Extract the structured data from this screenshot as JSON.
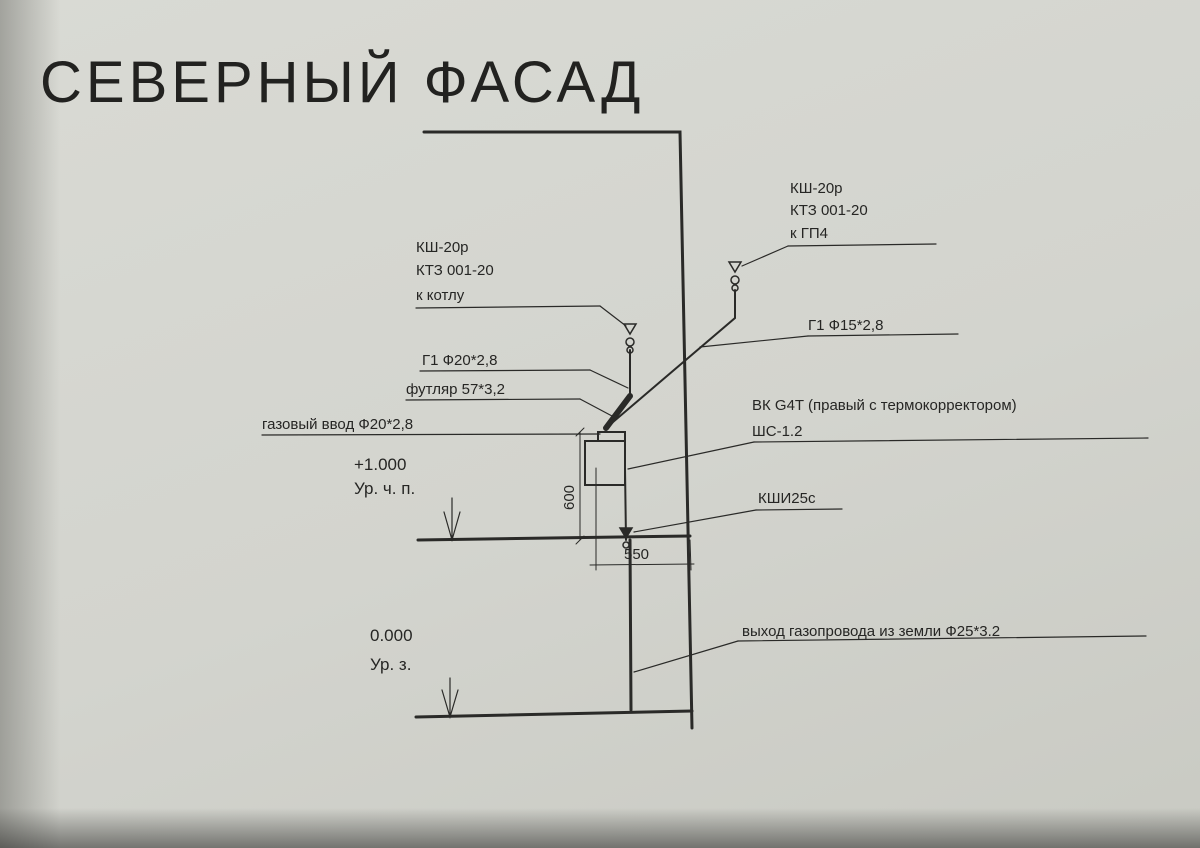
{
  "title": "СЕВЕРНЫЙ ФАСАД",
  "labels": {
    "ksh_right_1": "КШ-20р",
    "ksh_right_2": "КТЗ 001-20",
    "ksh_right_3": "к ГП4",
    "ksh_left_1": "КШ-20р",
    "ksh_left_2": "КТЗ 001-20",
    "ksh_left_3": "к котлу",
    "g1_15": "Г1 Ф15*2,8",
    "g1_20": "Г1 Ф20*2,8",
    "futlyar": "футляр 57*3,2",
    "gas_input": "газовый ввод Ф20*2,8",
    "meter_1": "ВК G4T (правый с термокорректором)",
    "meter_2": "ШС-1.2",
    "kshi": "КШИ25с",
    "level_floor_value": "+1.000",
    "level_floor_name": "Ур. ч. п.",
    "level_ground_value": "0.000",
    "level_ground_name": "Ур. з.",
    "exit_pipe": "выход газопровода из земли Ф25*3.2",
    "dim_600": "600",
    "dim_550": "550"
  }
}
